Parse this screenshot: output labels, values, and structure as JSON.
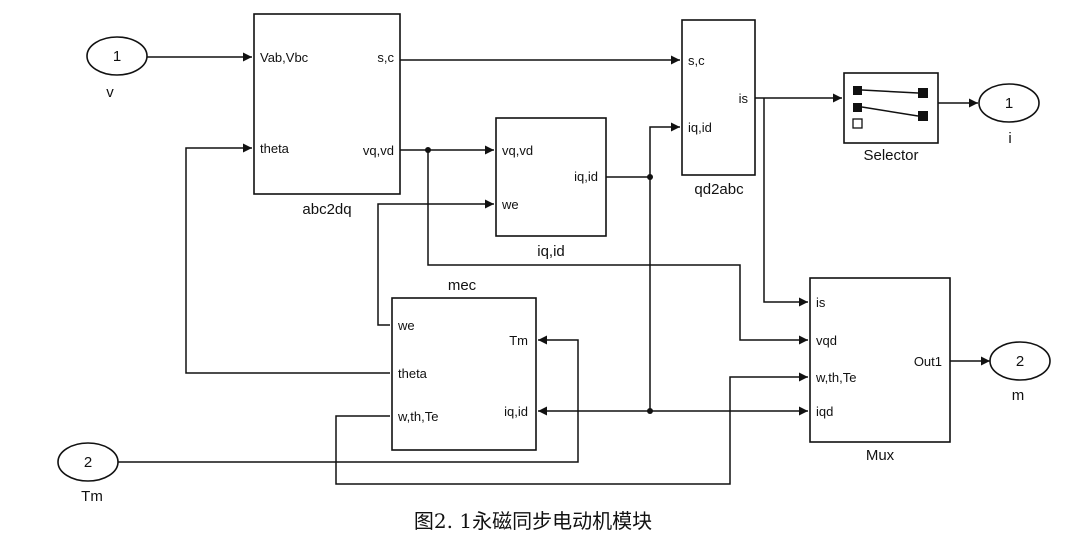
{
  "blocks": {
    "abc2dq": {
      "name": "abc2dq",
      "in1": "Vab,Vbc",
      "in2": "theta",
      "out1": "s,c",
      "out2": "vq,vd"
    },
    "iqid": {
      "name": "iq,id",
      "in1": "vq,vd",
      "in2": "we",
      "out1": "iq,id"
    },
    "qd2abc": {
      "name": "qd2abc",
      "in1": "s,c",
      "in2": "iq,id",
      "out1": "is"
    },
    "selector": {
      "name": "Selector"
    },
    "mec": {
      "name": "mec",
      "in1": "we",
      "in2": "theta",
      "in3": "w,th,Te",
      "out1": "Tm",
      "out2": "iq,id"
    },
    "mux": {
      "name": "Mux",
      "in1": "is",
      "in2": "vqd",
      "in3": "w,th,Te",
      "in4": "iqd",
      "out1": "Out1"
    }
  },
  "ports": {
    "in_v": {
      "num": "1",
      "label": "v"
    },
    "in_tm": {
      "num": "2",
      "label": "Tm"
    },
    "out_i": {
      "num": "1",
      "label": "i"
    },
    "out_m": {
      "num": "2",
      "label": "m"
    }
  },
  "caption": "图2. 1永磁同步电动机模块"
}
